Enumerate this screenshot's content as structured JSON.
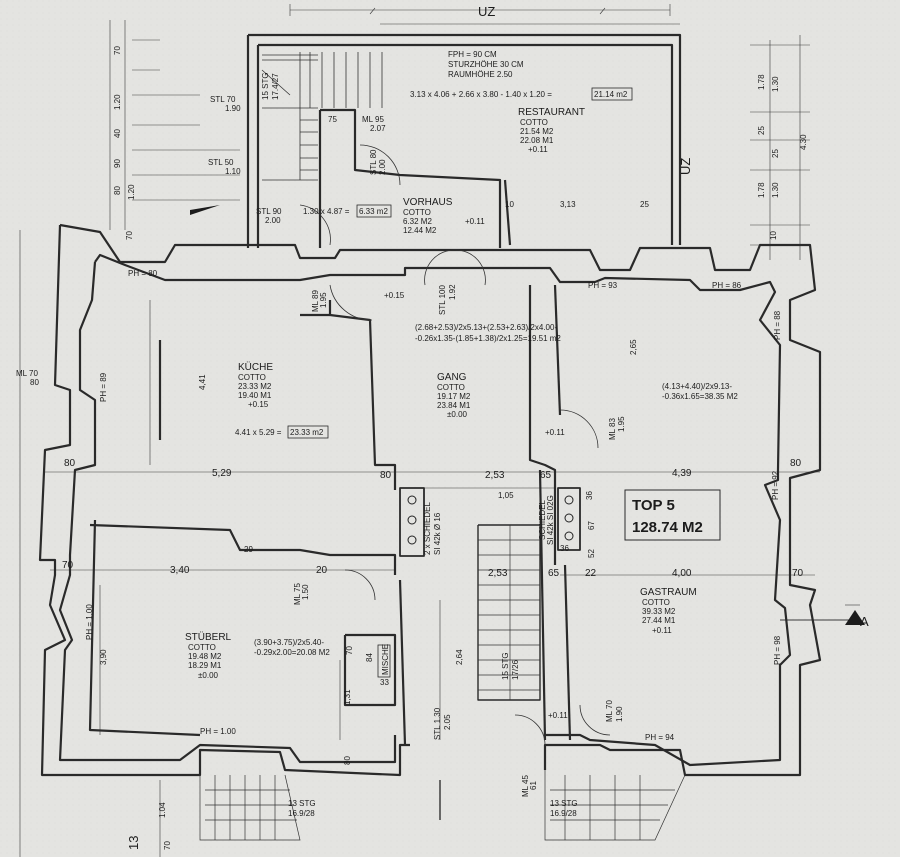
{
  "colors": {
    "paper": "#e4e4e1",
    "ink": "#1c1c1c",
    "wall": "#2a2a2a"
  },
  "header": {
    "uz_top": "UZ",
    "uz_side": "UZ",
    "section_mark": "A",
    "corner_mark": "13"
  },
  "restaurant": {
    "note1": "FPH = 90 CM",
    "note2": "STURZHÖHE 30 CM",
    "note3": "RAUMHÖHE  2.50",
    "formula": "3.13 x 4.06 + 2.66 x 3.80 - 1.40 x 1.20 =",
    "formula_result": "21.14 m2",
    "name": "RESTAURANT",
    "floor": "COTTO",
    "area": "21.54 M2",
    "perimeter": "22.08 M1",
    "level": "+0.11"
  },
  "vorhaus": {
    "formula": "1.30 x 4.87 =",
    "formula_result": "6.33 m2",
    "name": "VORHAUS",
    "floor": "COTTO",
    "area": "6.32 M2",
    "perimeter": "12.44 M2",
    "level": "+0.11"
  },
  "kueche": {
    "name": "KÜCHE",
    "floor": "COTTO",
    "area": "23.33 M2",
    "perimeter": "19.40 M1",
    "level": "+0.15",
    "formula": "4.41 x 5.29 =",
    "formula_result": "23.33 m2"
  },
  "gang": {
    "name": "GANG",
    "floor": "COTTO",
    "area": "19.17 M2",
    "perimeter": "23.84 M1",
    "level": "±0.00",
    "formula1": "(2.68+2.53)/2x5.13+(2.53+2.63)/2x4.00-",
    "formula2": "-0.26x1.35-(1.85+1.38)/2x1.25=19.51 m2"
  },
  "top5": {
    "title": "TOP 5",
    "area": "128.74 M2",
    "formula1": "(4.13+4.40)/2x9.13-",
    "formula2": "-0.36x1.65=38.35 M2"
  },
  "gastraum": {
    "name": "GASTRAUM",
    "floor": "COTTO",
    "area": "39.33 M2",
    "perimeter": "27.44 M1",
    "level": "+0.11"
  },
  "stueberl": {
    "name": "STÜBERL",
    "floor": "COTTO",
    "area": "19.48 M2",
    "perimeter": "18.29 M1",
    "level": "±0.00",
    "formula1": "(3.90+3.75)/2x5.40-",
    "formula2": "-0.29x2.00=20.08 M2",
    "box": "MISCHE"
  },
  "stairs": {
    "top": "15 STG",
    "top_sub": "17.4/27",
    "middle": "15 STG",
    "middle_sub": "17/26",
    "bottom_left": "13 STG",
    "bottom_left_sub": "16.9/28",
    "bottom_right": "13 STG",
    "bottom_right_sub": "16.9/28"
  },
  "labels": {
    "stl70": "STL 70",
    "v190": "1.90",
    "stl50": "STL 50",
    "v110": "1.10",
    "stl90": "STL 90",
    "v200": "2.00",
    "stl80": "STL 80",
    "v200b": "2.00",
    "ml95": "ML 95",
    "v207": "2.07",
    "stl100": "STL 100",
    "v192": "1.92",
    "ml89": "ML 89",
    "v195": "1.95",
    "ph80": "PH = 80",
    "ph93": "PH = 93",
    "ph86": "PH = 86",
    "ph89": "PH = 89",
    "ph100": "PH = 1.00",
    "ph100b": "PH = 1.00",
    "ph94": "PH = 94",
    "ph92": "PH = 92",
    "ph98": "PH = 98",
    "ph88": "PH = 88",
    "ml70": "ML 70",
    "v80": "80",
    "ml83": "ML 83",
    "v195b": "1.95",
    "ml75": "ML 75",
    "v150": "1.50",
    "ml45": "ML 45",
    "v61": "61",
    "stl130": "STL 1.30",
    "v205": "2.05",
    "ml70b": "ML 70",
    "v190b": "1.90",
    "schiedel_l": "2 x SCHIEDEL",
    "schiedel_l2": "SI 42k Ø 16",
    "schiedel_r": "SCHIEDEL",
    "schiedel_r2": "SI 42k SI 02G",
    "p015": "+0.15",
    "p011": "+0.11",
    "p011b": "+0.11"
  },
  "dims": {
    "d80a": "80",
    "d529": "5,29",
    "d80b": "80",
    "d253a": "2,53",
    "d65a": "65",
    "d439": "4,39",
    "d80c": "80",
    "d105": "1,05",
    "d340": "3,40",
    "d20": "20",
    "d29": "29",
    "d253b": "2,53",
    "d65b": "65",
    "d22": "22",
    "d400": "4,00",
    "d70a": "70",
    "d70b": "70",
    "d441": "4,41",
    "d265": "2,65",
    "d390": "3,90",
    "d264": "2,64",
    "d131": "1,31",
    "d80d": "80",
    "d84": "84",
    "d70c": "70",
    "d33": "33",
    "d313": "3,13",
    "d25": "25",
    "d10": "10",
    "d75": "75",
    "d36": "36",
    "d67": "67",
    "d52": "52",
    "d36b": "36",
    "d178": "1.78",
    "d130": "1.30",
    "d430": "4.30",
    "d130b": "1.30",
    "d178b": "1.78",
    "d25b": "25",
    "d25c": "25",
    "d10b": "10",
    "d70l": "70",
    "d120": "1.20",
    "d40": "40",
    "d90": "90",
    "d80l": "80",
    "d70m": "70",
    "d120b": "1.20",
    "d104": "1.04",
    "d70n": "70"
  }
}
